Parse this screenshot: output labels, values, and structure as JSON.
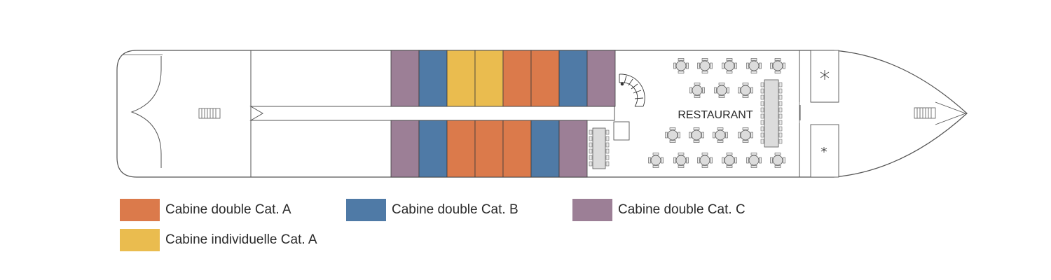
{
  "colors": {
    "cat_a": "#db7a4b",
    "cat_b": "#4f7aa6",
    "cat_c": "#9c7f96",
    "indiv_a": "#eabc4f",
    "outline": "#555555",
    "table_fill": "#dcdcdc"
  },
  "restaurant_label": "RESTAURANT",
  "cabins_top": [
    "cat_c",
    "cat_b",
    "indiv_a",
    "indiv_a",
    "cat_a",
    "cat_a",
    "cat_b",
    "cat_c"
  ],
  "cabins_bottom": [
    "cat_c",
    "cat_b",
    "cat_a",
    "cat_a",
    "cat_a",
    "cat_b",
    "cat_c"
  ],
  "legend": [
    {
      "key": "cat_a",
      "label": "Cabine double Cat. A"
    },
    {
      "key": "cat_b",
      "label": "Cabine double Cat. B"
    },
    {
      "key": "cat_c",
      "label": "Cabine double Cat. C"
    },
    {
      "key": "indiv_a",
      "label": "Cabine individuelle Cat. A"
    }
  ],
  "icons": [
    "snowflake-icon",
    "stairs-icon",
    "spiral-staircase-icon",
    "dining-table-icon"
  ]
}
